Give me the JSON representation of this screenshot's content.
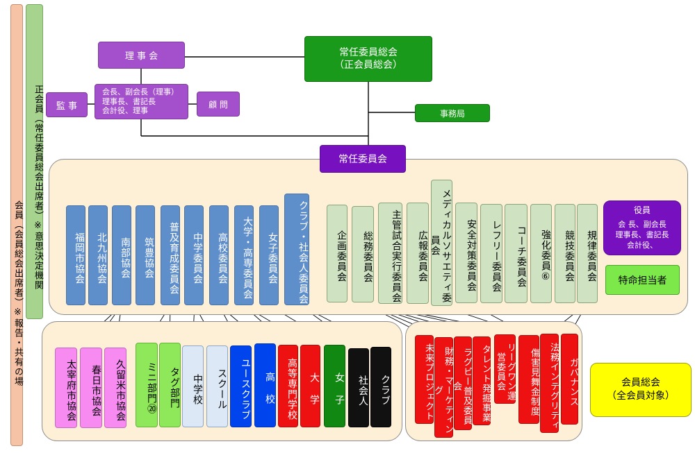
{
  "left_bars": {
    "members": "会員（会員総会出席者）※報告・共有の場",
    "regular_members": "正会員（常任委員総会出席者）※意思決定機関"
  },
  "top": {
    "board": "理 事 会",
    "officers_box": [
      "会長、副会長（理事）",
      "理事長、書記長",
      "会計役、理事"
    ],
    "auditor": "監 事",
    "advisor": "顧 問",
    "general_assembly": [
      "常任委員総会",
      "（正会員総会）"
    ],
    "secretariat": "事務局",
    "standing_committee": "常任委員会"
  },
  "regional_committees": [
    "福岡市協会",
    "北九州協会",
    "南部協会",
    "筑豊協会",
    "普及育成委員会",
    "中学委員会",
    "高校委員会",
    "大学・高専委員会",
    "女子委員会",
    "クラブ・社会人委員会"
  ],
  "functional_committees": [
    "企画委員会",
    "総務委員会",
    "主管試合実行委員会",
    "広報委員会",
    "メディカルソサエティ委員会",
    "安全対策委員会",
    "レフリー委員会",
    "コーチ委員会",
    "強化委員⑥",
    "競技委員会",
    "規律委員会"
  ],
  "yakuin": {
    "title": "役員",
    "lines": [
      "会 長、副会長",
      "理事長、書記長",
      "会計役、"
    ]
  },
  "special": "特命担当者",
  "sub_left": [
    "太宰府市協会",
    "春日市協会",
    "久留米市協会",
    "ミニ部門⑳",
    "タグ部門",
    "中学校",
    "スクール",
    "ユースクラブ",
    "高 校",
    "高等専門学校",
    "大 学",
    "女 子",
    "社会人",
    "クラブ"
  ],
  "sub_right": [
    "未来プロジェクト",
    "財務・マーケティング",
    "ラグビー普及委員会",
    "タレント発掘事業",
    "リーグワン運営委員会",
    "傷害見舞金制度",
    "法務インテグリティ",
    "ガバナンス"
  ],
  "general_meeting": [
    "会員総会",
    "（全会員対象）"
  ],
  "colors": {
    "panel": "#fdf0d6",
    "purple": "#a44fcc",
    "green": "#1a9a1a",
    "blue": "#5f8fcb",
    "sage": "#cfe3c3",
    "red": "#ee1111",
    "yellow": "#ffff00"
  }
}
